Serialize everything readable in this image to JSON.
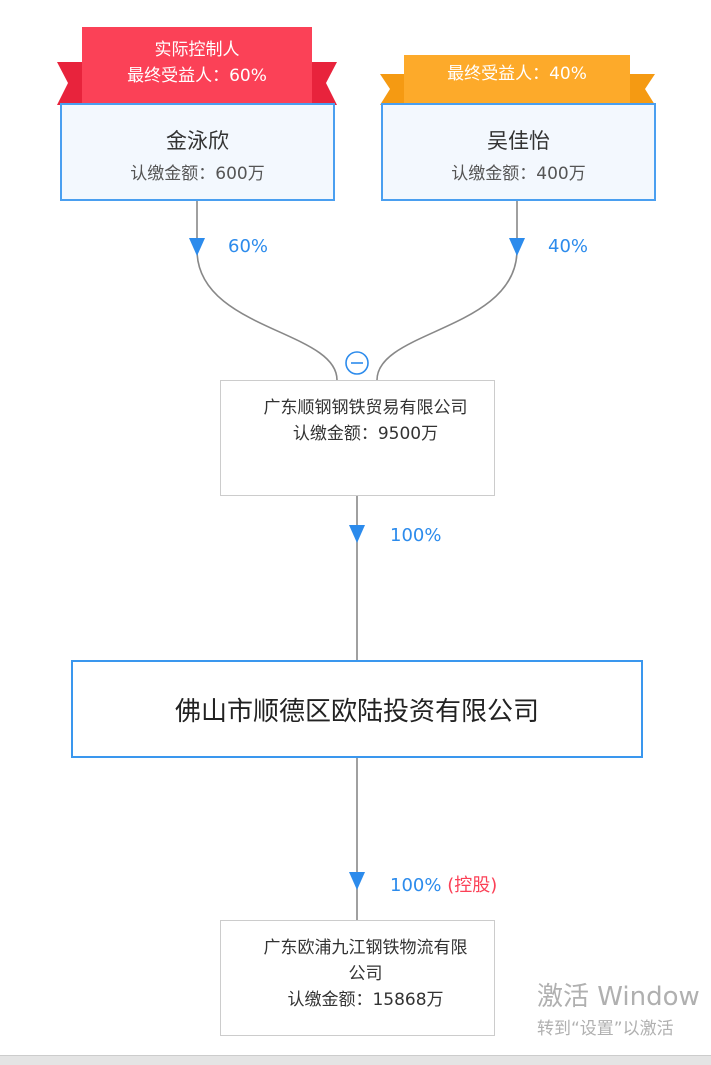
{
  "shareholders": [
    {
      "badge_line1": "实际控制人",
      "badge_line2": "最终受益人：60%",
      "name": "金泳欣",
      "amount": "认缴金额：600万",
      "percent": "60%",
      "badge_color": "#fb4157"
    },
    {
      "badge_line1": "",
      "badge_line2": "最终受益人：40%",
      "name": "吴佳怡",
      "amount": "认缴金额：400万",
      "percent": "40%",
      "badge_color": "#fdaa2a"
    }
  ],
  "parent": {
    "name": "广东顺钢钢铁贸易有限公司",
    "amount": "认缴金额：9500万",
    "percent": "100%"
  },
  "main": {
    "name": "佛山市顺德区欧陆投资有限公司"
  },
  "subsidiary": {
    "name": "广东欧浦九江钢铁物流有限公司",
    "amount": "认缴金额：15868万",
    "percent": "100%",
    "tag": "(控股)"
  },
  "windows_watermark": {
    "line1": "激活 Window",
    "line2": "转到“设置”以激活"
  },
  "colors": {
    "accent": "#2c8bec",
    "control_tag": "#fb4157"
  }
}
